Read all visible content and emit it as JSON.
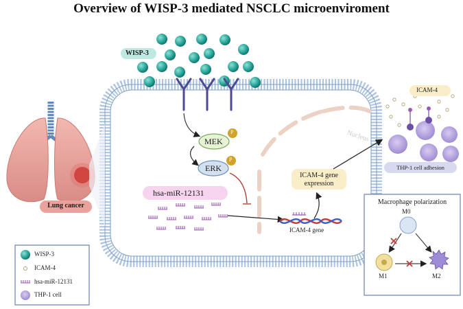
{
  "title": "Overview of WISP-3 mediated NSCLC microenviroment",
  "labels": {
    "wisp3": "WISP-3",
    "mek": "MEK",
    "erk": "ERK",
    "phospho": "P",
    "mirna": "hsa-miR-12131",
    "nucleus": "Nucleus",
    "icam4_gene_expression_line1": "ICAM-4 gene",
    "icam4_gene_expression_line2": "expression",
    "icam4_gene": "ICAM-4 gene",
    "icam4_top": "ICAM-4",
    "thp1_adhesion": "THP-1 cell adhesion",
    "lung_cancer": "Lung cancer",
    "macrophage_title": "Macrophage polarization",
    "m0": "M0",
    "m1": "M1",
    "m2": "M2"
  },
  "legend": [
    {
      "icon": "wisp3-ball-icon",
      "label": "WISP-3"
    },
    {
      "icon": "icam4-dot-icon",
      "label": "ICAM-4"
    },
    {
      "icon": "mirna-comb-icon",
      "label": "hsa-miR-12131"
    },
    {
      "icon": "thp1-cell-icon",
      "label": "THP-1 cell"
    }
  ],
  "colors": {
    "wisp3": "#2aa79b",
    "membrane": "#a9c2df",
    "mek_fill": "#e7f3d5",
    "erk_fill": "#d3e0f0",
    "phospho": "#d3a22b",
    "mirna": "#9e58b5",
    "lung": "#e9a29c",
    "trachea": "#5f88c2",
    "thp1": "#b4a4dc",
    "inhibit": "#b0423c"
  }
}
